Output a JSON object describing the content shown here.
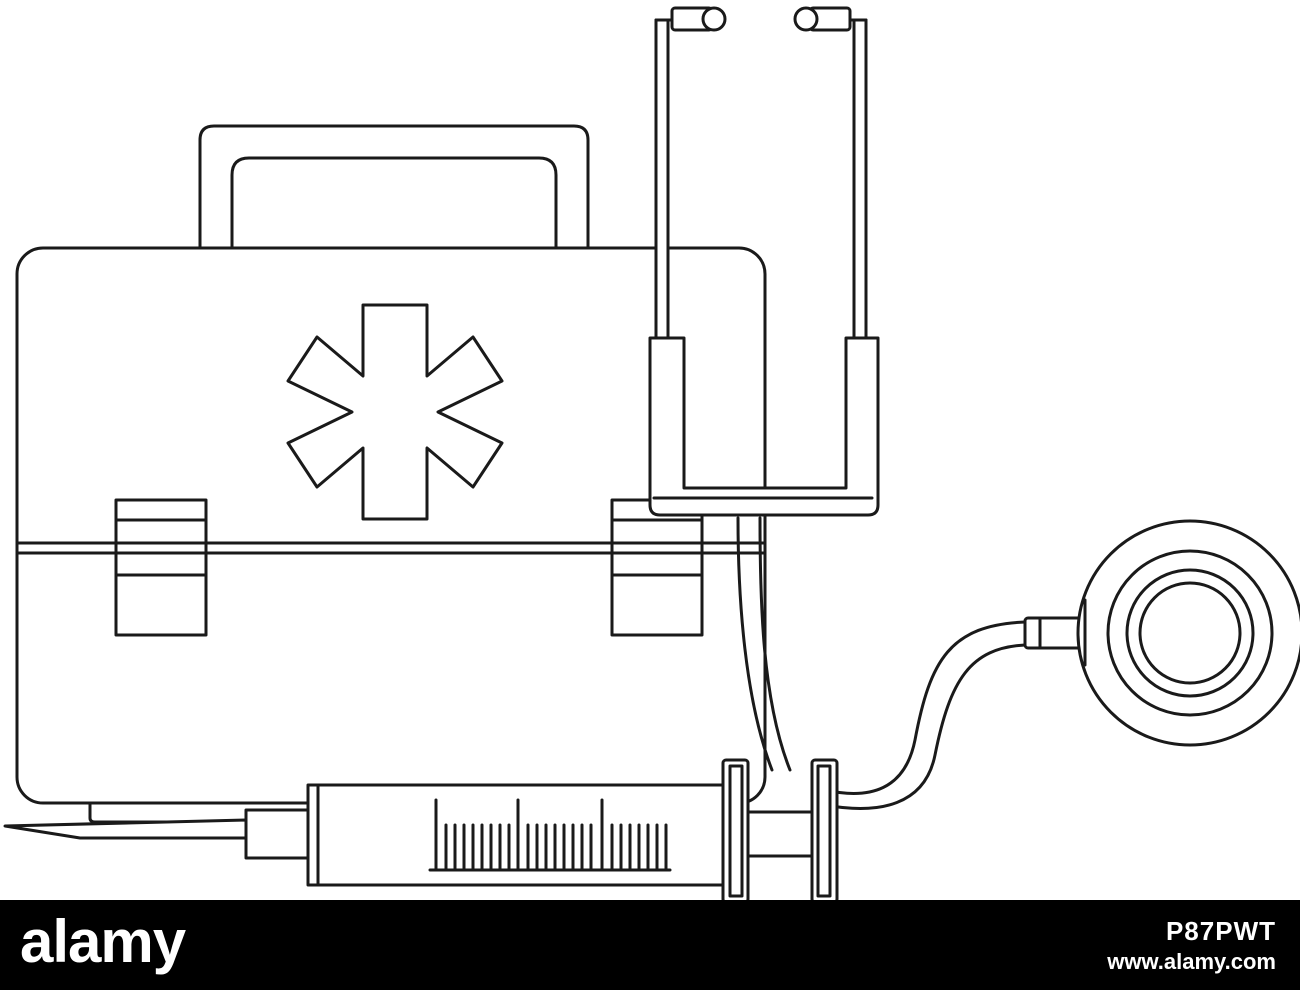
{
  "watermark": {
    "brand": "alamy",
    "image_id": "P87PWT",
    "site": "www.alamy.com"
  },
  "colors": {
    "line": "#1a1a1a",
    "background": "#ffffff",
    "footer_background": "#000000",
    "footer_text": "#ffffff"
  },
  "icons": [
    "first-aid-kit-icon",
    "star-of-life-icon",
    "stethoscope-icon",
    "syringe-icon"
  ]
}
